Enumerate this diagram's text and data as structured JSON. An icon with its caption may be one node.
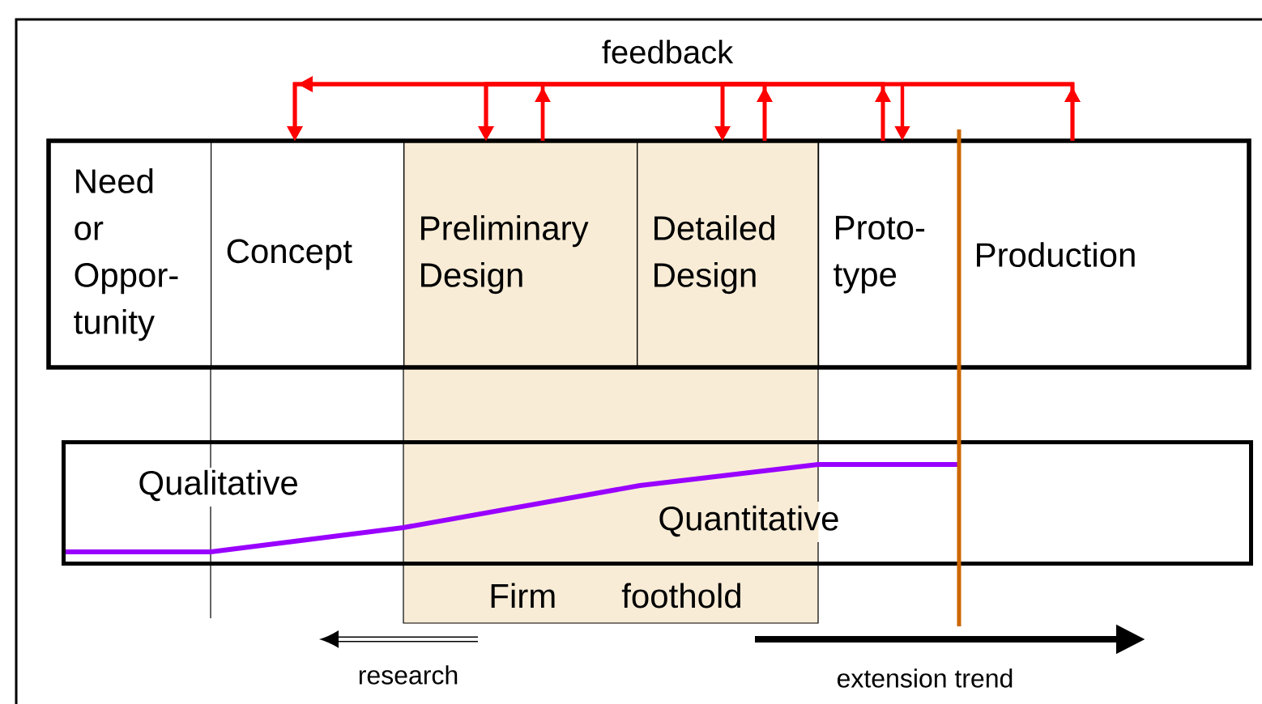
{
  "diagram": {
    "nodes": [
      {
        "text": [
          "Need or Oppor- tunity"
        ]
      },
      {
        "text": [
          "Concept"
        ]
      },
      {
        "text": [
          "Firm foothold"
        ]
      },
      {
        "text": [
          "Preliminary Design"
        ],
        "in": 2
      },
      {
        "text": [
          "Detailed Design"
        ],
        "in": 2
      },
      {
        "text": [
          "Proto- type"
        ]
      },
      {
        "text": [
          "Production"
        ]
      },
      {
        "text": [
          "Qualitative",
          "Quantitative"
        ]
      }
    ],
    "edges": [
      {
        "from": 6,
        "to": 5,
        "arrow": "to"
      },
      {
        "from": 6,
        "to": 4,
        "arrow": "to"
      },
      {
        "from": 6,
        "to": 3,
        "arrow": "to"
      },
      {
        "from": 6,
        "to": 1,
        "arrow": "to"
      },
      {
        "from": 5,
        "to": 4,
        "arrow": "to"
      },
      {
        "from": 5,
        "to": 3,
        "arrow": "to"
      },
      {
        "from": 5,
        "to": 1,
        "arrow": "to"
      },
      {
        "from": 4,
        "to": 4,
        "arrow": "to"
      },
      {
        "from": 4,
        "to": 3,
        "arrow": "to"
      },
      {
        "from": 4,
        "to": 1,
        "arrow": "to"
      },
      {
        "from": 3,
        "to": 3,
        "arrow": "to"
      },
      {
        "from": 3,
        "to": 1,
        "arrow": "to"
      }
    ],
    "labels": [
      "feedback",
      "research",
      "extension trend"
    ]
  }
}
